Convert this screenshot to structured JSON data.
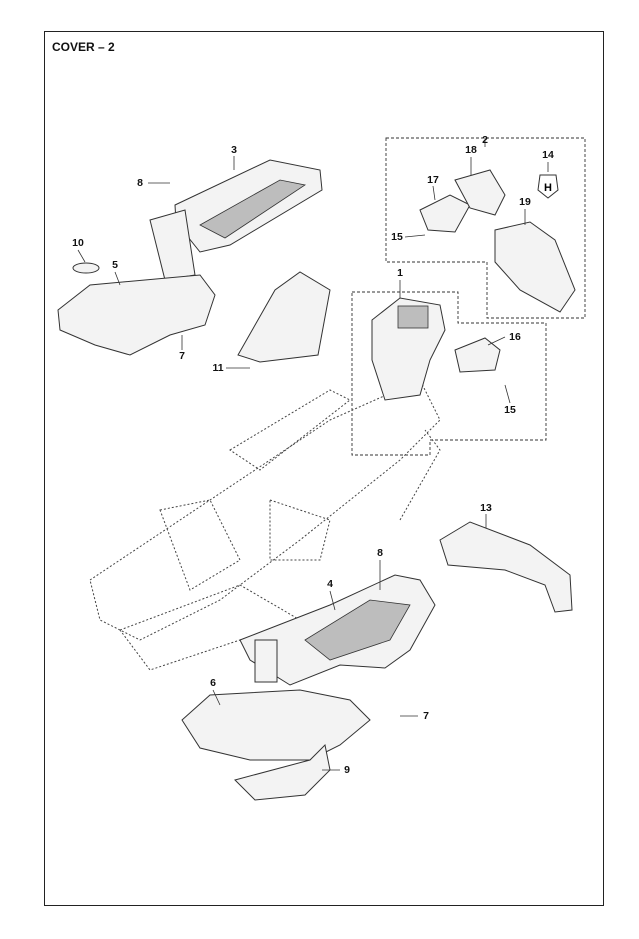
{
  "title": "COVER – 2",
  "callouts": {
    "c1": "1",
    "c2": "2",
    "c3": "3",
    "c4": "4",
    "c5": "5",
    "c6": "6",
    "c7a": "7",
    "c7b": "7",
    "c8a": "8",
    "c8b": "8",
    "c9": "9",
    "c10": "10",
    "c11": "11",
    "c13": "13",
    "c14": "14",
    "c15a": "15",
    "c15b": "15",
    "c16": "16",
    "c17": "17",
    "c18": "18",
    "c19": "19"
  }
}
